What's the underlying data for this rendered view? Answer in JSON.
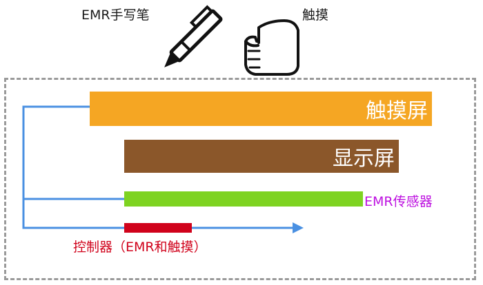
{
  "labels": {
    "pen": "EMR手写笔",
    "touch": "触摸",
    "touchscreen": "触摸屏",
    "display": "显示屏",
    "emr_sensor": "EMR传感器",
    "controller": "控制器（EMR和触摸）"
  },
  "icons": {
    "pen": "pen-icon",
    "hand": "pointing-hand-icon"
  },
  "colors": {
    "touchscreen": "#F5A623",
    "display": "#8B572A",
    "emr_sensor": "#7ED321",
    "controller": "#D0021B",
    "connector": "#4A90E2",
    "emr_sensor_text": "#BD10E0",
    "controller_text": "#D0021B",
    "frame": "#9A9A9A"
  }
}
